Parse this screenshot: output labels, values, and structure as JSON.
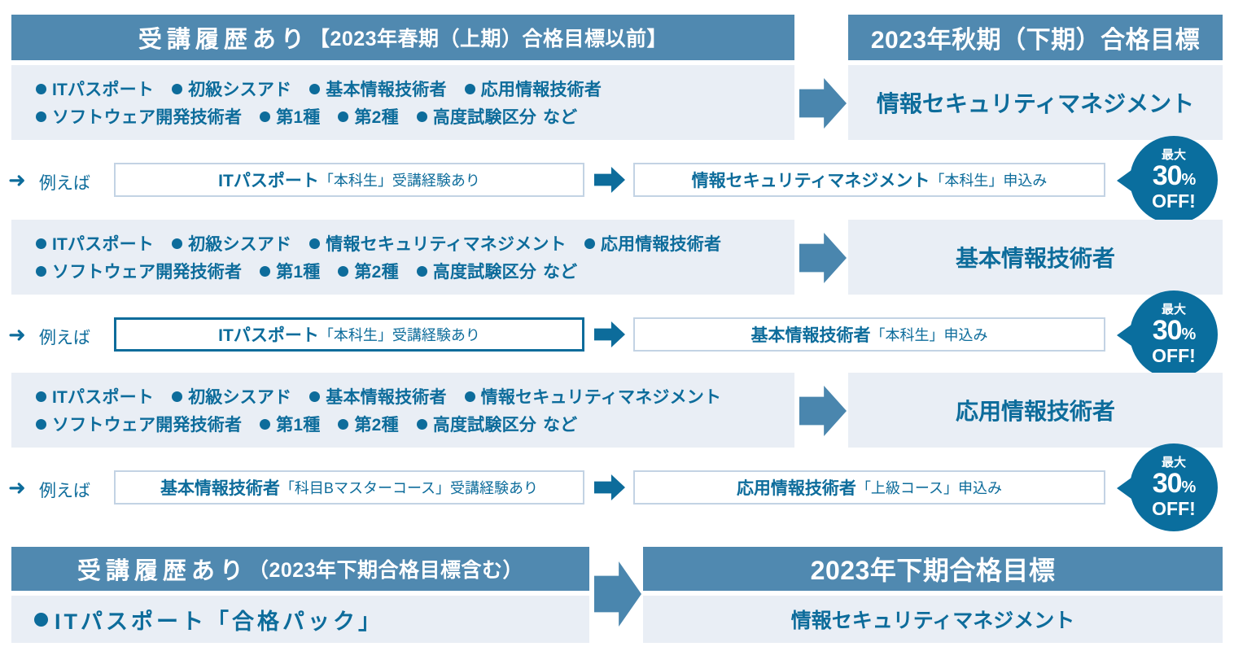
{
  "rows": [
    {
      "left_header": "受講履歴あり【2023年春期（上期）合格目標以前】",
      "left_header_main": "受講履歴あり",
      "left_header_sub": "【2023年春期（上期）合格目標以前】",
      "bullets_line1": [
        "ITパスポート",
        "初級シスアド",
        "基本情報技術者",
        "応用情報技術者"
      ],
      "bullets_line2": [
        "ソフトウェア開発技術者",
        "第1種",
        "第2種",
        "高度試験区分"
      ],
      "bullets_suffix": "など",
      "right_header": "2023年秋期（下期）合格目標",
      "right_title": "情報セキュリティマネジメント",
      "example": {
        "lead_arrow": "➜",
        "label": "例えば",
        "from_strong": "ITパスポート",
        "from_thin": "「本科生」受講経験あり",
        "to_strong": "情報セキュリティマネジメント",
        "to_thin": "「本科生」申込み",
        "from_emphasis": false
      },
      "badge": {
        "top": "最大",
        "number": "30",
        "percent": "%",
        "bottom": "OFF!"
      }
    },
    {
      "left_header": "",
      "bullets_line1": [
        "ITパスポート",
        "初級シスアド",
        "情報セキュリティマネジメント",
        "応用情報技術者"
      ],
      "bullets_line2": [
        "ソフトウェア開発技術者",
        "第1種",
        "第2種",
        "高度試験区分"
      ],
      "bullets_suffix": "など",
      "right_title": "基本情報技術者",
      "example": {
        "lead_arrow": "➜",
        "label": "例えば",
        "from_strong": "ITパスポート",
        "from_thin": "「本科生」受講経験あり",
        "to_strong": "基本情報技術者",
        "to_thin": "「本科生」申込み",
        "from_emphasis": true
      },
      "badge": {
        "top": "最大",
        "number": "30",
        "percent": "%",
        "bottom": "OFF!"
      }
    },
    {
      "left_header": "",
      "bullets_line1": [
        "ITパスポート",
        "初級シスアド",
        "基本情報技術者",
        "情報セキュリティマネジメント"
      ],
      "bullets_line2": [
        "ソフトウェア開発技術者",
        "第1種",
        "第2種",
        "高度試験区分"
      ],
      "bullets_suffix": "など",
      "right_title": "応用情報技術者",
      "example": {
        "lead_arrow": "➜",
        "label": "例えば",
        "from_strong": "基本情報技術者",
        "from_thin": "「科目Bマスターコース」受講経験あり",
        "to_strong": "応用情報技術者",
        "to_thin": "「上級コース」申込み",
        "from_emphasis": false
      },
      "badge": {
        "top": "最大",
        "number": "30",
        "percent": "%",
        "bottom": "OFF!"
      }
    }
  ],
  "bottom": {
    "left_header_main": "受講履歴あり",
    "left_header_sub": "（2023年下期合格目標含む）",
    "left_item": "ITパスポート「合格パック」",
    "right_header": "2023年下期合格目標",
    "right_title": "情報セキュリティマネジメント"
  },
  "colors": {
    "header_blue": "#5089b0",
    "panel_bg": "#e9eef5",
    "text_blue": "#0d6c9b",
    "arrow_blue": "#4a86ae",
    "badge_blue": "#0a6e9e",
    "box_border": "#c3d3e4"
  }
}
